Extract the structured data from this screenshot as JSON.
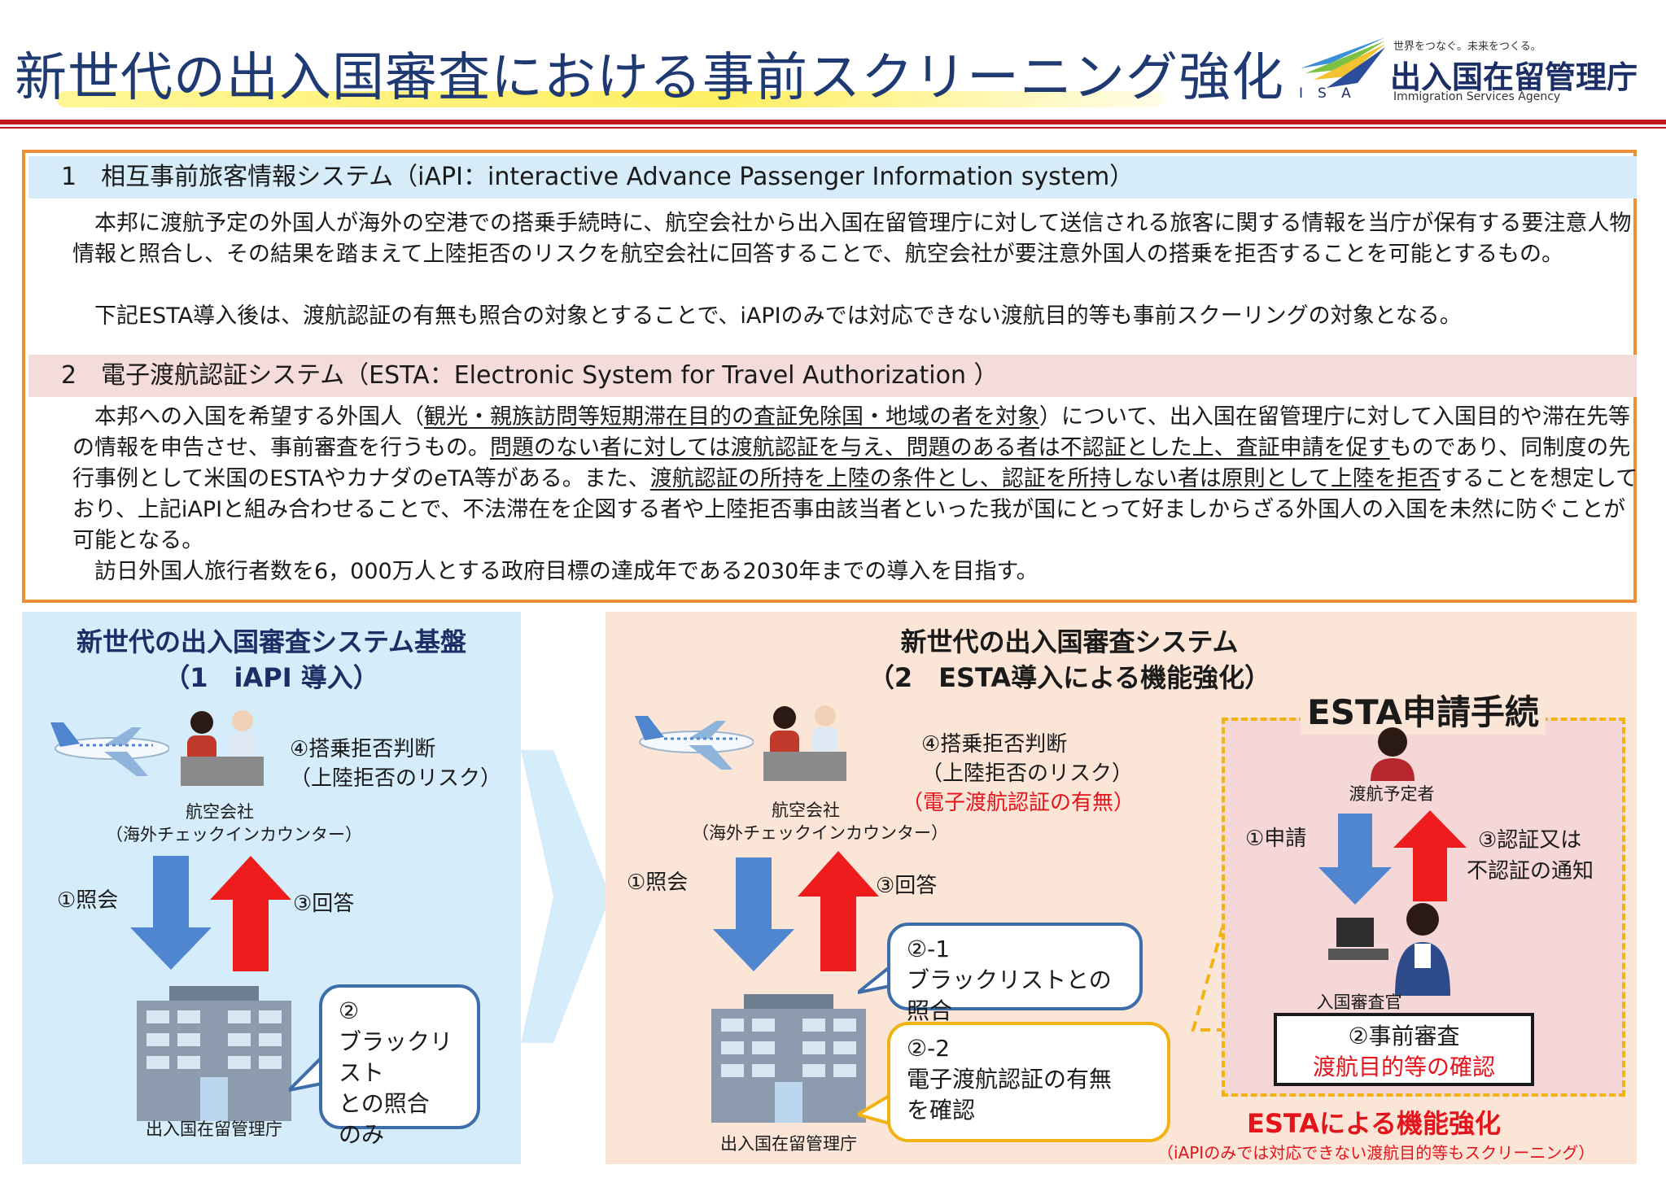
{
  "header": {
    "title": "新世代の出入国審査における事前スクリーニング強化",
    "logo_tagline": "世界をつなぐ。未来をつくる。",
    "logo_name": "出入国在留管理庁",
    "logo_en": "Immigration Services Agency",
    "logo_abbr": "ISA"
  },
  "section1": {
    "heading": "1　相互事前旅客情報システム（iAPI：interactive Advance Passenger Information system）",
    "para1": "　本邦に渡航予定の外国人が海外の空港での搭乗手続時に、航空会社から出入国在留管理庁に対して送信される旅客に関する情報を当庁が保有する要注意人物情報と照合し、その結果を踏まえて上陸拒否のリスクを航空会社に回答することで、航空会社が要注意外国人の搭乗を拒否することを可能とするもの。",
    "para2": "　下記ESTA導入後は、渡航認証の有無も照合の対象とすることで、iAPIのみでは対応できない渡航目的等も事前スクーリングの対象となる。"
  },
  "section2": {
    "heading": "2　電子渡航認証システム（ESTA：Electronic System for Travel Authorization ）",
    "p_a": "　本邦への入国を希望する外国人（",
    "p_b": "観光・親族訪問等短期滞在目的の査証免除国・地域の者を対象",
    "p_c": "）について、出入国在留管理庁に対して入国目的や滞在先等の情報を申告させ、事前審査を行うもの。",
    "p_d": "問題のない者に対しては渡航認証を与え、問題のある者は不認証とした上、査証申請を促す",
    "p_e": "ものであり、同制度の先行事例として米国のESTAやカナダのeTA等がある。また、",
    "p_f": "渡航認証の所持を上陸の条件とし、認証を所持しない者は原則として上陸を拒否",
    "p_g": "することを想定しており、上記iAPIと組み合わせることで、不法滞在を企図する者や上陸拒否事由該当者といった我が国にとって好ましからざる外国人の入国を未然に防ぐことが可能となる。",
    "p2": "　訪日外国人旅行者数を6，000万人とする政府目標の達成年である2030年までの導入を目指す。"
  },
  "left_panel": {
    "title1": "新世代の出入国審査システム基盤",
    "title2": "（1　iAPI 導入）",
    "judge1": "④搭乗拒否判断",
    "judge2": "（上陸拒否のリスク）",
    "airline1": "航空会社",
    "airline2": "（海外チェックインカウンター）",
    "inquiry": "①照会",
    "answer": "③回答",
    "bubble1": "②",
    "bubble2": "ブラックリスト",
    "bubble3": "との照合",
    "bubble4": "のみ",
    "agency": "出入国在留管理庁"
  },
  "mid_panel": {
    "title1": "新世代の出入国審査システム",
    "title2": "（2　ESTA導入による機能強化）",
    "judge1": "④搭乗拒否判断",
    "judge2": "（上陸拒否のリスク）",
    "judge3": "（電子渡航認証の有無）",
    "airline1": "航空会社",
    "airline2": "（海外チェックインカウンター）",
    "inquiry": "①照会",
    "answer": "③回答",
    "b1_1": "②-1",
    "b1_2": "ブラックリストとの照合",
    "b2_1": "②-2",
    "b2_2": "電子渡航認証の有無",
    "b2_3": "を確認",
    "agency": "出入国在留管理庁"
  },
  "esta": {
    "title": "ESTA申請手続",
    "traveler": "渡航予定者",
    "apply": "①申請",
    "notice1": "③認証又は",
    "notice2": "不認証の通知",
    "officer": "入国審査官",
    "review1": "②事前審査",
    "review2": "渡航目的等の確認",
    "enh": "ESTAによる機能強化",
    "enh_sub": "（iAPIのみでは対応できない渡航目的等もスクリーニング）"
  },
  "colors": {
    "accent_red": "#e3141b",
    "navy": "#1b2f66",
    "orange_border": "#ee8f37",
    "blue_arrow": "#4f86cf",
    "red_arrow": "#ee1c1c"
  }
}
